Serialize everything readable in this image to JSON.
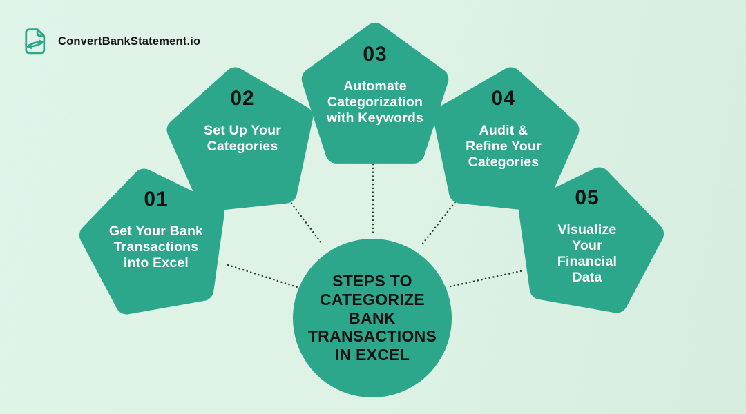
{
  "brand": {
    "name": "ConvertBankStatement.io",
    "icon": "convert-document-icon"
  },
  "center_circle": {
    "title": "STEPS TO\nCATEGORIZE\nBANK\nTRANSACTIONS\nIN EXCEL"
  },
  "steps": [
    {
      "number": "01",
      "label": "Get Your Bank\nTransactions\ninto Excel"
    },
    {
      "number": "02",
      "label": "Set Up Your\nCategories"
    },
    {
      "number": "03",
      "label": "Automate\nCategorization\nwith Keywords"
    },
    {
      "number": "04",
      "label": "Audit &\nRefine Your\nCategories"
    },
    {
      "number": "05",
      "label": "Visualize\nYour\nFinancial\nData"
    }
  ],
  "colors": {
    "background": "#daf2e4",
    "shape": "#2ca78b",
    "number_text": "#121212",
    "label_text": "#ffffff",
    "connector": "#223f36",
    "brand_text": "#161616"
  }
}
